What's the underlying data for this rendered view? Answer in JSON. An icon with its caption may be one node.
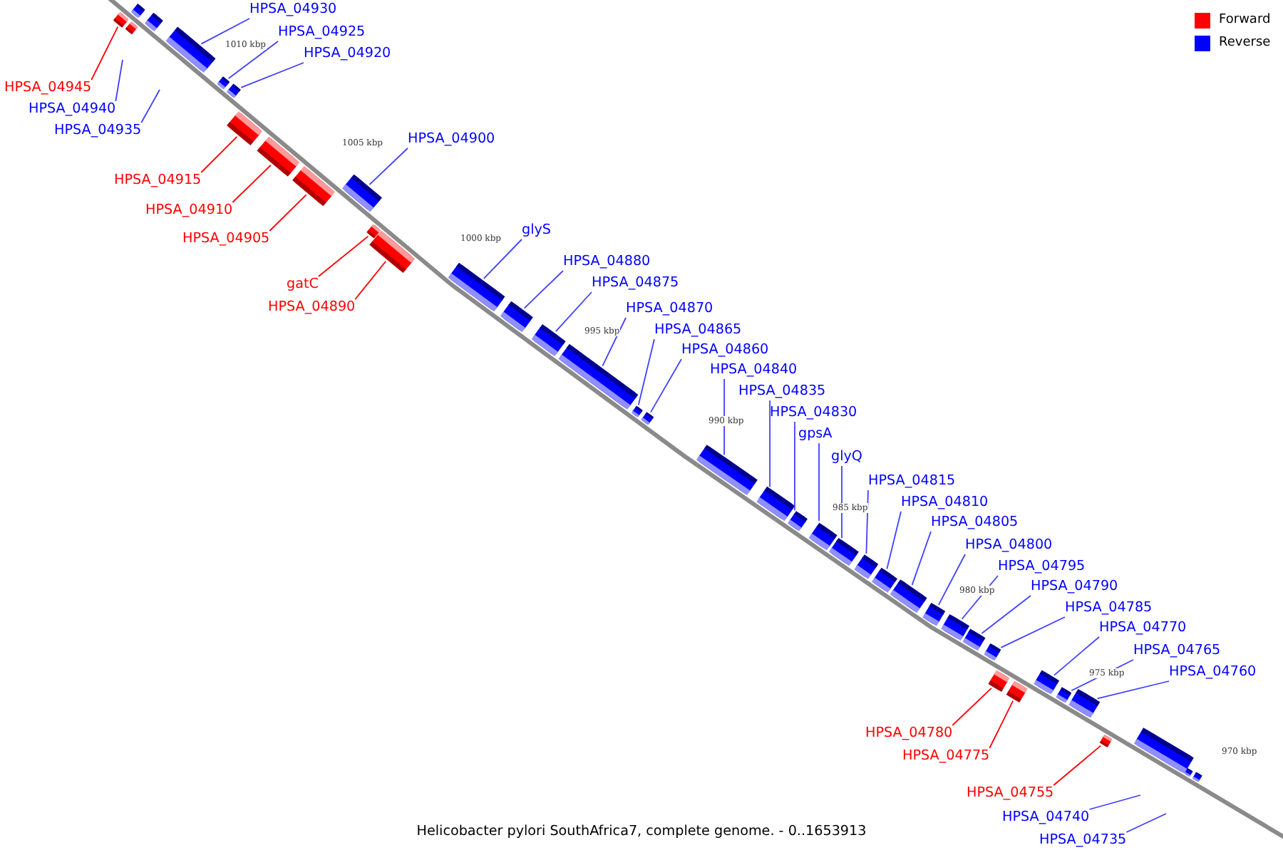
{
  "diagram": {
    "caption": "Helicobacter pylori SouthAfrica7, complete genome. - 0..1653913",
    "nodes": [
      {
        "text": [
          "HPSA_04930"
        ]
      },
      {
        "text": [
          "HPSA_04925"
        ]
      },
      {
        "text": [
          "HPSA_04920"
        ]
      },
      {
        "text": [
          "HPSA_04945"
        ]
      },
      {
        "text": [
          "HPSA_04940"
        ]
      },
      {
        "text": [
          "HPSA_04935"
        ]
      },
      {
        "text": [
          "HPSA_04900"
        ]
      },
      {
        "text": [
          "HPSA_04915"
        ]
      },
      {
        "text": [
          "HPSA_04910"
        ]
      },
      {
        "text": [
          "HPSA_04905"
        ]
      },
      {
        "text": [
          "glyS"
        ]
      },
      {
        "text": [
          "HPSA_04880"
        ]
      },
      {
        "text": [
          "HPSA_04875"
        ]
      },
      {
        "text": [
          "gatC"
        ]
      },
      {
        "text": [
          "HPSA_04890"
        ]
      },
      {
        "text": [
          "HPSA_04870"
        ]
      },
      {
        "text": [
          "HPSA_04865"
        ]
      },
      {
        "text": [
          "HPSA_04860"
        ]
      },
      {
        "text": [
          "HPSA_04840"
        ]
      },
      {
        "text": [
          "HPSA_04835"
        ]
      },
      {
        "text": [
          "HPSA_04830"
        ]
      },
      {
        "text": [
          "gpsA"
        ]
      },
      {
        "text": [
          "glyQ"
        ]
      },
      {
        "text": [
          "HPSA_04815"
        ]
      },
      {
        "text": [
          "HPSA_04810"
        ]
      },
      {
        "text": [
          "HPSA_04805"
        ]
      },
      {
        "text": [
          "HPSA_04800"
        ]
      },
      {
        "text": [
          "HPSA_04795"
        ]
      },
      {
        "text": [
          "HPSA_04790"
        ]
      },
      {
        "text": [
          "HPSA_04785"
        ]
      },
      {
        "text": [
          "HPSA_04770"
        ]
      },
      {
        "text": [
          "HPSA_04765"
        ]
      },
      {
        "text": [
          "HPSA_04760"
        ]
      },
      {
        "text": [
          "HPSA_04780"
        ]
      },
      {
        "text": [
          "HPSA_04775"
        ]
      },
      {
        "text": [
          "HPSA_04755"
        ]
      },
      {
        "text": [
          "HPSA_04740"
        ]
      },
      {
        "text": [
          "HPSA_04735"
        ]
      },
      {
        "text": [],
        "shape": "bar"
      },
      {
        "text": [],
        "shape": "bar"
      },
      {
        "text": [],
        "shape": "bar"
      },
      {
        "text": [],
        "shape": "bar"
      },
      {
        "text": [],
        "shape": "bar"
      },
      {
        "text": [],
        "shape": "bar"
      },
      {
        "text": [],
        "shape": "bar"
      },
      {
        "text": [],
        "shape": "bar"
      },
      {
        "text": [],
        "shape": "bar"
      },
      {
        "text": [],
        "shape": "bar"
      },
      {
        "text": [],
        "shape": "bar"
      },
      {
        "text": [],
        "shape": "bar"
      },
      {
        "text": [],
        "shape": "bar"
      },
      {
        "text": [],
        "shape": "bar"
      },
      {
        "text": [],
        "shape": "bar"
      },
      {
        "text": [],
        "shape": "bar"
      },
      {
        "text": [],
        "shape": "bar"
      },
      {
        "text": [],
        "shape": "bar"
      },
      {
        "text": [],
        "shape": "bar"
      },
      {
        "text": [],
        "shape": "bar"
      },
      {
        "text": [],
        "shape": "bar"
      },
      {
        "text": [],
        "shape": "bar"
      },
      {
        "text": [],
        "shape": "bar"
      },
      {
        "text": [],
        "shape": "bar"
      },
      {
        "text": [],
        "shape": "bar"
      },
      {
        "text": [],
        "shape": "bar"
      },
      {
        "text": [],
        "shape": "bar"
      },
      {
        "text": [],
        "shape": "bar"
      },
      {
        "text": [],
        "shape": "bar"
      },
      {
        "text": [],
        "shape": "bar"
      },
      {
        "text": [],
        "shape": "bar"
      },
      {
        "text": [],
        "shape": "bar"
      },
      {
        "text": [],
        "shape": "bar"
      },
      {
        "text": [],
        "shape": "bar"
      },
      {
        "text": [],
        "shape": "bar"
      },
      {
        "text": [],
        "shape": "bar"
      },
      {
        "text": [],
        "shape": "bar"
      },
      {
        "text": [],
        "shape": "bar"
      },
      {
        "text": [],
        "shape": "bar"
      },
      {
        "text": [],
        "shape": "bar"
      }
    ],
    "edges": [
      {
        "from": 0,
        "to": 42,
        "arrow": "none"
      },
      {
        "from": 1,
        "to": 43,
        "arrow": "none"
      },
      {
        "from": 2,
        "to": 44,
        "arrow": "none"
      },
      {
        "from": 3,
        "to": 40,
        "arrow": "none",
        "color": "#ff0000"
      },
      {
        "from": 4,
        "to": null,
        "arrow": "none"
      },
      {
        "from": 5,
        "to": null,
        "arrow": "none"
      },
      {
        "from": 6,
        "to": 48,
        "arrow": "none"
      },
      {
        "from": 7,
        "to": 45,
        "arrow": "none",
        "color": "#ff0000"
      },
      {
        "from": 8,
        "to": 46,
        "arrow": "none",
        "color": "#ff0000"
      },
      {
        "from": 9,
        "to": 47,
        "arrow": "none",
        "color": "#ff0000"
      },
      {
        "from": 10,
        "to": 51,
        "arrow": "none"
      },
      {
        "from": 11,
        "to": 52,
        "arrow": "none"
      },
      {
        "from": 12,
        "to": 53,
        "arrow": "none"
      },
      {
        "from": 13,
        "to": 49,
        "arrow": "none",
        "color": "#ff0000"
      },
      {
        "from": 14,
        "to": 50,
        "arrow": "none",
        "color": "#ff0000"
      },
      {
        "from": 15,
        "to": 54,
        "arrow": "none"
      },
      {
        "from": 16,
        "to": 55,
        "arrow": "none"
      },
      {
        "from": 17,
        "to": 56,
        "arrow": "none"
      },
      {
        "from": 18,
        "to": 57,
        "arrow": "none"
      },
      {
        "from": 19,
        "to": 58,
        "arrow": "none"
      },
      {
        "from": 20,
        "to": 59,
        "arrow": "none"
      },
      {
        "from": 21,
        "to": 60,
        "arrow": "none"
      },
      {
        "from": 22,
        "to": 61,
        "arrow": "none"
      },
      {
        "from": 23,
        "to": 62,
        "arrow": "none"
      },
      {
        "from": 24,
        "to": 63,
        "arrow": "none"
      },
      {
        "from": 25,
        "to": 64,
        "arrow": "none"
      },
      {
        "from": 26,
        "to": 65,
        "arrow": "none"
      },
      {
        "from": 27,
        "to": 66,
        "arrow": "none"
      },
      {
        "from": 28,
        "to": 67,
        "arrow": "none"
      },
      {
        "from": 29,
        "to": 68,
        "arrow": "none"
      },
      {
        "from": 30,
        "to": 71,
        "arrow": "none"
      },
      {
        "from": 31,
        "to": 72,
        "arrow": "none"
      },
      {
        "from": 32,
        "to": 73,
        "arrow": "none"
      },
      {
        "from": 33,
        "to": 69,
        "arrow": "none",
        "color": "#ff0000"
      },
      {
        "from": 34,
        "to": 70,
        "arrow": "none",
        "color": "#ff0000"
      },
      {
        "from": 35,
        "to": 74,
        "arrow": "none",
        "color": "#ff0000"
      },
      {
        "from": 36,
        "to": null,
        "arrow": "none"
      },
      {
        "from": 37,
        "to": null,
        "arrow": "none"
      }
    ],
    "labels": [
      "1010 kbp",
      "1005 kbp",
      "1000 kbp",
      "995 kbp",
      "990 kbp",
      "985 kbp",
      "980 kbp",
      "975 kbp",
      "970 kbp"
    ],
    "legend": [
      {
        "text": "Forward",
        "color": "#ff0000"
      },
      {
        "text": "Reverse",
        "color": "#0000ff"
      }
    ]
  }
}
